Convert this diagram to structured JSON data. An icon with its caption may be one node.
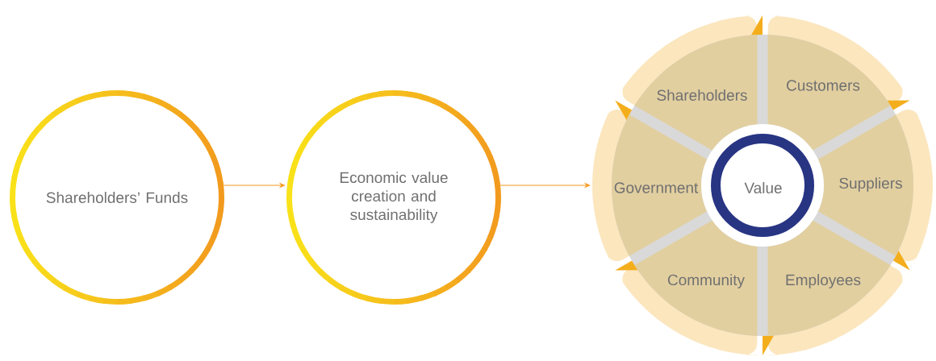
{
  "diagram": {
    "nodes": [
      {
        "text": [
          "Shareholders’ Funds"
        ]
      },
      {
        "text": [
          "Economic value creation and sustainability"
        ]
      },
      {
        "text": [],
        "shape": "circle"
      },
      {
        "text": [
          "Shareholders"
        ],
        "in": 2
      },
      {
        "text": [
          "Customers"
        ],
        "in": 2
      },
      {
        "text": [
          "Government"
        ],
        "in": 2
      },
      {
        "text": [
          "Value"
        ],
        "in": 2
      },
      {
        "text": [
          "Suppliers"
        ],
        "in": 2
      },
      {
        "text": [
          "Community"
        ],
        "in": 2
      },
      {
        "text": [
          "Employees"
        ],
        "in": 2
      }
    ],
    "edges": [
      {
        "from": 0,
        "to": 1,
        "arrow": "to"
      },
      {
        "from": 1,
        "to": 2,
        "arrow": "to"
      }
    ]
  }
}
